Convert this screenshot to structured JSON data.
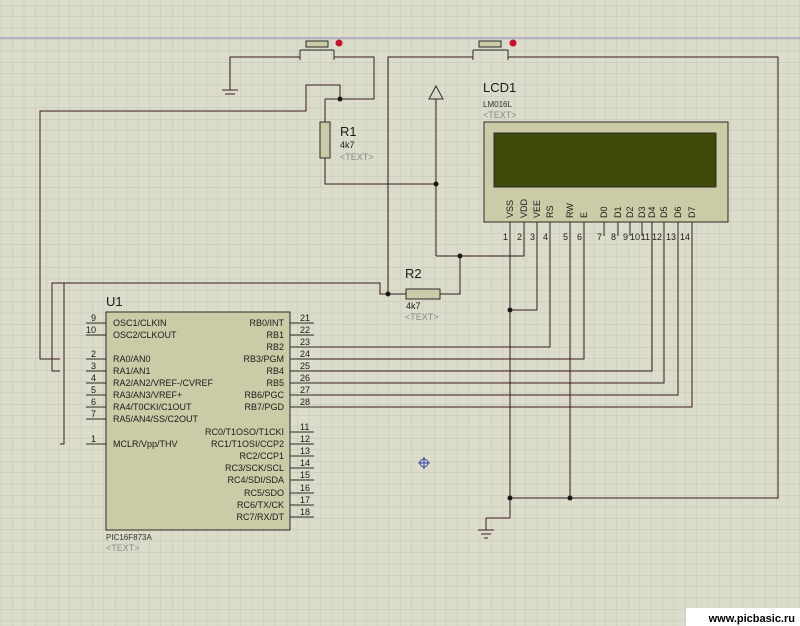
{
  "mcu": {
    "ref": "U1",
    "part": "PIC16F873A",
    "text": "<TEXT>",
    "left_pins": [
      {
        "num": "9",
        "label": "OSC1/CLKIN"
      },
      {
        "num": "10",
        "label": "OSC2/CLKOUT"
      },
      {
        "num": "2",
        "label": "RA0/AN0"
      },
      {
        "num": "3",
        "label": "RA1/AN1"
      },
      {
        "num": "4",
        "label": "RA2/AN2/VREF-/CVREF"
      },
      {
        "num": "5",
        "label": "RA3/AN3/VREF+"
      },
      {
        "num": "6",
        "label": "RA4/T0CKI/C1OUT"
      },
      {
        "num": "7",
        "label": "RA5/AN4/SS/C2OUT"
      },
      {
        "num": "1",
        "label": "MCLR/Vpp/THV"
      }
    ],
    "right_pins": [
      {
        "num": "21",
        "label": "RB0/INT"
      },
      {
        "num": "22",
        "label": "RB1"
      },
      {
        "num": "23",
        "label": "RB2"
      },
      {
        "num": "24",
        "label": "RB3/PGM"
      },
      {
        "num": "25",
        "label": "RB4"
      },
      {
        "num": "26",
        "label": "RB5"
      },
      {
        "num": "27",
        "label": "RB6/PGC"
      },
      {
        "num": "28",
        "label": "RB7/PGD"
      },
      {
        "num": "11",
        "label": "RC0/T1OSO/T1CKI"
      },
      {
        "num": "12",
        "label": "RC1/T1OSI/CCP2"
      },
      {
        "num": "13",
        "label": "RC2/CCP1"
      },
      {
        "num": "14",
        "label": "RC3/SCK/SCL"
      },
      {
        "num": "15",
        "label": "RC4/SDI/SDA"
      },
      {
        "num": "16",
        "label": "RC5/SDO"
      },
      {
        "num": "17",
        "label": "RC6/TX/CK"
      },
      {
        "num": "18",
        "label": "RC7/RX/DT"
      }
    ]
  },
  "lcd": {
    "ref": "LCD1",
    "part": "LM016L",
    "text": "<TEXT>",
    "screen_color": "#3d4a08",
    "pins": [
      {
        "num": "1",
        "label": "VSS"
      },
      {
        "num": "2",
        "label": "VDD"
      },
      {
        "num": "3",
        "label": "VEE"
      },
      {
        "num": "4",
        "label": "RS"
      },
      {
        "num": "5",
        "label": "RW"
      },
      {
        "num": "6",
        "label": "E"
      },
      {
        "num": "7",
        "label": "D0"
      },
      {
        "num": "8",
        "label": "D1"
      },
      {
        "num": "9",
        "label": "D2"
      },
      {
        "num": "10",
        "label": "D3"
      },
      {
        "num": "11",
        "label": "D4"
      },
      {
        "num": "12",
        "label": "D5"
      },
      {
        "num": "13",
        "label": "D6"
      },
      {
        "num": "14",
        "label": "D7"
      }
    ]
  },
  "r1": {
    "ref": "R1",
    "value": "4k7",
    "text": "<TEXT>"
  },
  "r2": {
    "ref": "R2",
    "value": "4k7",
    "text": "<TEXT>"
  },
  "watermark": "www.picbasic.ru",
  "colors": {
    "background": "#dcdcca",
    "grid": "#c4c4b2",
    "wire": "#3a1a1a",
    "component_body": "#cccba8",
    "switch_dot": "#c8102e"
  }
}
